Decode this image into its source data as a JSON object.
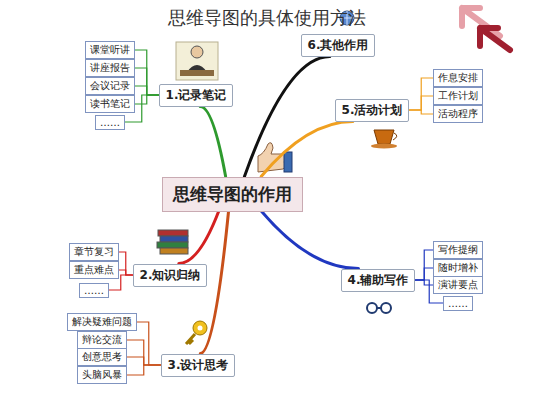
{
  "diagram": {
    "title": "思维导图的具体使用方法",
    "nodes": [
      {
        "text": [
          "思维导图的作用"
        ]
      },
      {
        "text": [
          "1.记录笔记"
        ]
      },
      {
        "text": [
          "课堂听讲"
        ]
      },
      {
        "text": [
          "讲座报告"
        ]
      },
      {
        "text": [
          "会议记录"
        ]
      },
      {
        "text": [
          "读书笔记"
        ]
      },
      {
        "text": [
          "……"
        ]
      },
      {
        "text": [
          "2.知识归纳"
        ]
      },
      {
        "text": [
          "章节复习"
        ]
      },
      {
        "text": [
          "重点难点"
        ]
      },
      {
        "text": [
          "……"
        ]
      },
      {
        "text": [
          "3.设计思考"
        ]
      },
      {
        "text": [
          "解决疑难问题"
        ]
      },
      {
        "text": [
          "辩论交流"
        ]
      },
      {
        "text": [
          "创意思考"
        ]
      },
      {
        "text": [
          "头脑风暴"
        ]
      },
      {
        "text": [
          "4.辅助写作"
        ]
      },
      {
        "text": [
          "写作提纲"
        ]
      },
      {
        "text": [
          "随时增补"
        ]
      },
      {
        "text": [
          "演讲要点"
        ]
      },
      {
        "text": [
          "……"
        ]
      },
      {
        "text": [
          "5.活动计划"
        ]
      },
      {
        "text": [
          "作息安排"
        ]
      },
      {
        "text": [
          "工作计划"
        ]
      },
      {
        "text": [
          "活动程序"
        ]
      },
      {
        "text": [
          "6.其他作用"
        ]
      }
    ],
    "edges": [
      {
        "from": 0,
        "to": 1,
        "arrow": "none"
      },
      {
        "from": 1,
        "to": 2,
        "arrow": "none"
      },
      {
        "from": 1,
        "to": 3,
        "arrow": "none"
      },
      {
        "from": 1,
        "to": 4,
        "arrow": "none"
      },
      {
        "from": 1,
        "to": 5,
        "arrow": "none"
      },
      {
        "from": 1,
        "to": 6,
        "arrow": "none"
      },
      {
        "from": 0,
        "to": 7,
        "arrow": "none"
      },
      {
        "from": 7,
        "to": 8,
        "arrow": "none"
      },
      {
        "from": 7,
        "to": 9,
        "arrow": "none"
      },
      {
        "from": 7,
        "to": 10,
        "arrow": "none"
      },
      {
        "from": 0,
        "to": 11,
        "arrow": "none"
      },
      {
        "from": 11,
        "to": 12,
        "arrow": "none"
      },
      {
        "from": 11,
        "to": 13,
        "arrow": "none"
      },
      {
        "from": 11,
        "to": 14,
        "arrow": "none"
      },
      {
        "from": 11,
        "to": 15,
        "arrow": "none"
      },
      {
        "from": 0,
        "to": 16,
        "arrow": "none"
      },
      {
        "from": 16,
        "to": 17,
        "arrow": "none"
      },
      {
        "from": 16,
        "to": 18,
        "arrow": "none"
      },
      {
        "from": 16,
        "to": 19,
        "arrow": "none"
      },
      {
        "from": 16,
        "to": 20,
        "arrow": "none"
      },
      {
        "from": 0,
        "to": 21,
        "arrow": "none"
      },
      {
        "from": 21,
        "to": 22,
        "arrow": "none"
      },
      {
        "from": 21,
        "to": 23,
        "arrow": "none"
      },
      {
        "from": 21,
        "to": 24,
        "arrow": "none"
      },
      {
        "from": 0,
        "to": 25,
        "arrow": "none"
      }
    ]
  }
}
